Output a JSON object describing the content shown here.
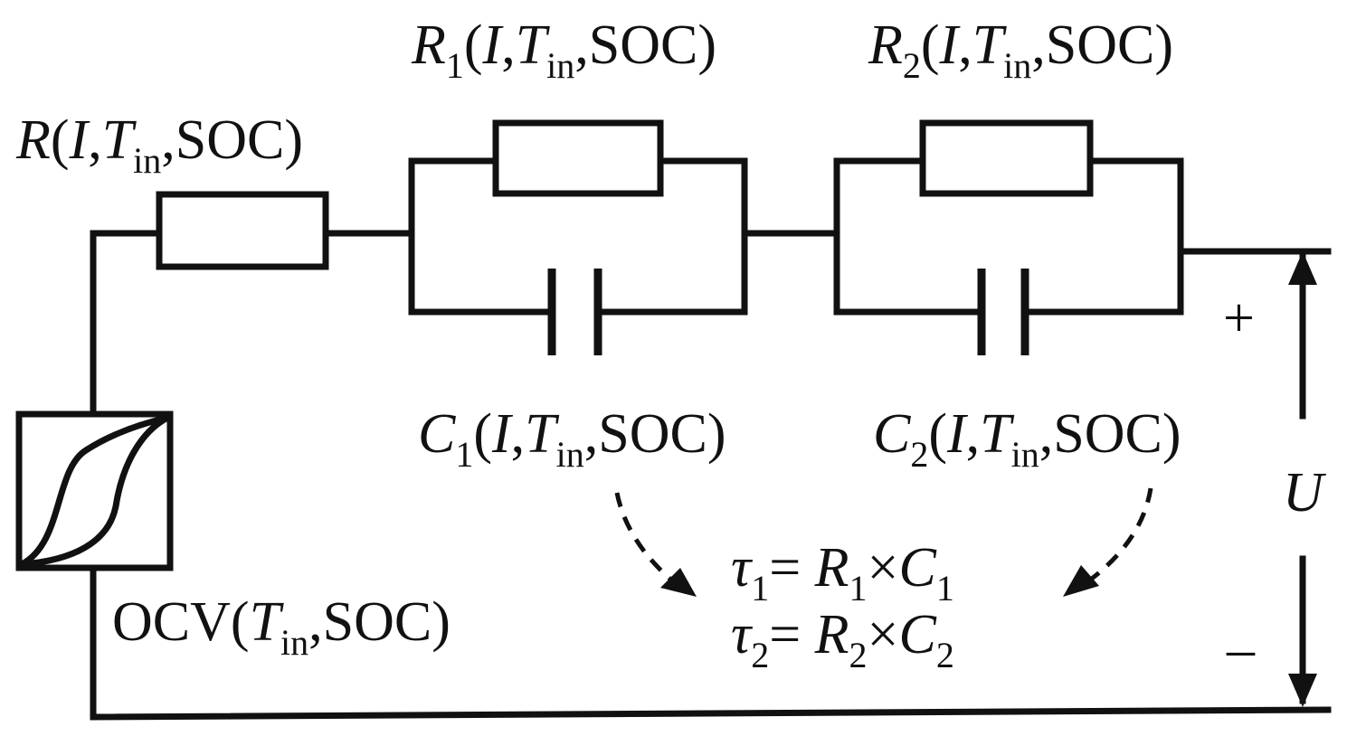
{
  "resistor_r": {
    "symbol": "R",
    "args_open": "(",
    "args_I": "I",
    "args_sep": ",",
    "args_T": "T",
    "args_T_sub": "in",
    "args_rest": ",SOC)"
  },
  "resistor_r1": {
    "symbol": "R",
    "subscript": "1",
    "args_open": "(",
    "args_I": "I",
    "args_sep": ",",
    "args_T": "T",
    "args_T_sub": "in",
    "args_rest": ",SOC)"
  },
  "resistor_r2": {
    "symbol": "R",
    "subscript": "2",
    "args_open": "(",
    "args_I": "I",
    "args_sep": ",",
    "args_T": "T",
    "args_T_sub": "in",
    "args_rest": ",SOC)"
  },
  "capacitor_c1": {
    "symbol": "C",
    "subscript": "1",
    "args_open": "(",
    "args_I": "I",
    "args_sep": ",",
    "args_T": "T",
    "args_T_sub": "in",
    "args_rest": ",SOC)"
  },
  "capacitor_c2": {
    "symbol": "C",
    "subscript": "2",
    "args_open": "(",
    "args_I": "I",
    "args_sep": ",",
    "args_T": "T",
    "args_T_sub": "in",
    "args_rest": ",SOC)"
  },
  "ocv_source": {
    "prefix": "OCV(",
    "args_T": "T",
    "args_T_sub": "in",
    "args_rest": ",SOC)"
  },
  "terminal": {
    "plus": "+",
    "minus": "–",
    "voltage": "U"
  },
  "equations": {
    "tau1": {
      "tau": "τ",
      "tau_sub": "1",
      "eq": "= ",
      "r": "R",
      "r_sub": "1",
      "times": "×",
      "c": "C",
      "c_sub": "1"
    },
    "tau2": {
      "tau": "τ",
      "tau_sub": "2",
      "eq": "= ",
      "r": "R",
      "r_sub": "2",
      "times": "×",
      "c": "C",
      "c_sub": "2"
    }
  }
}
